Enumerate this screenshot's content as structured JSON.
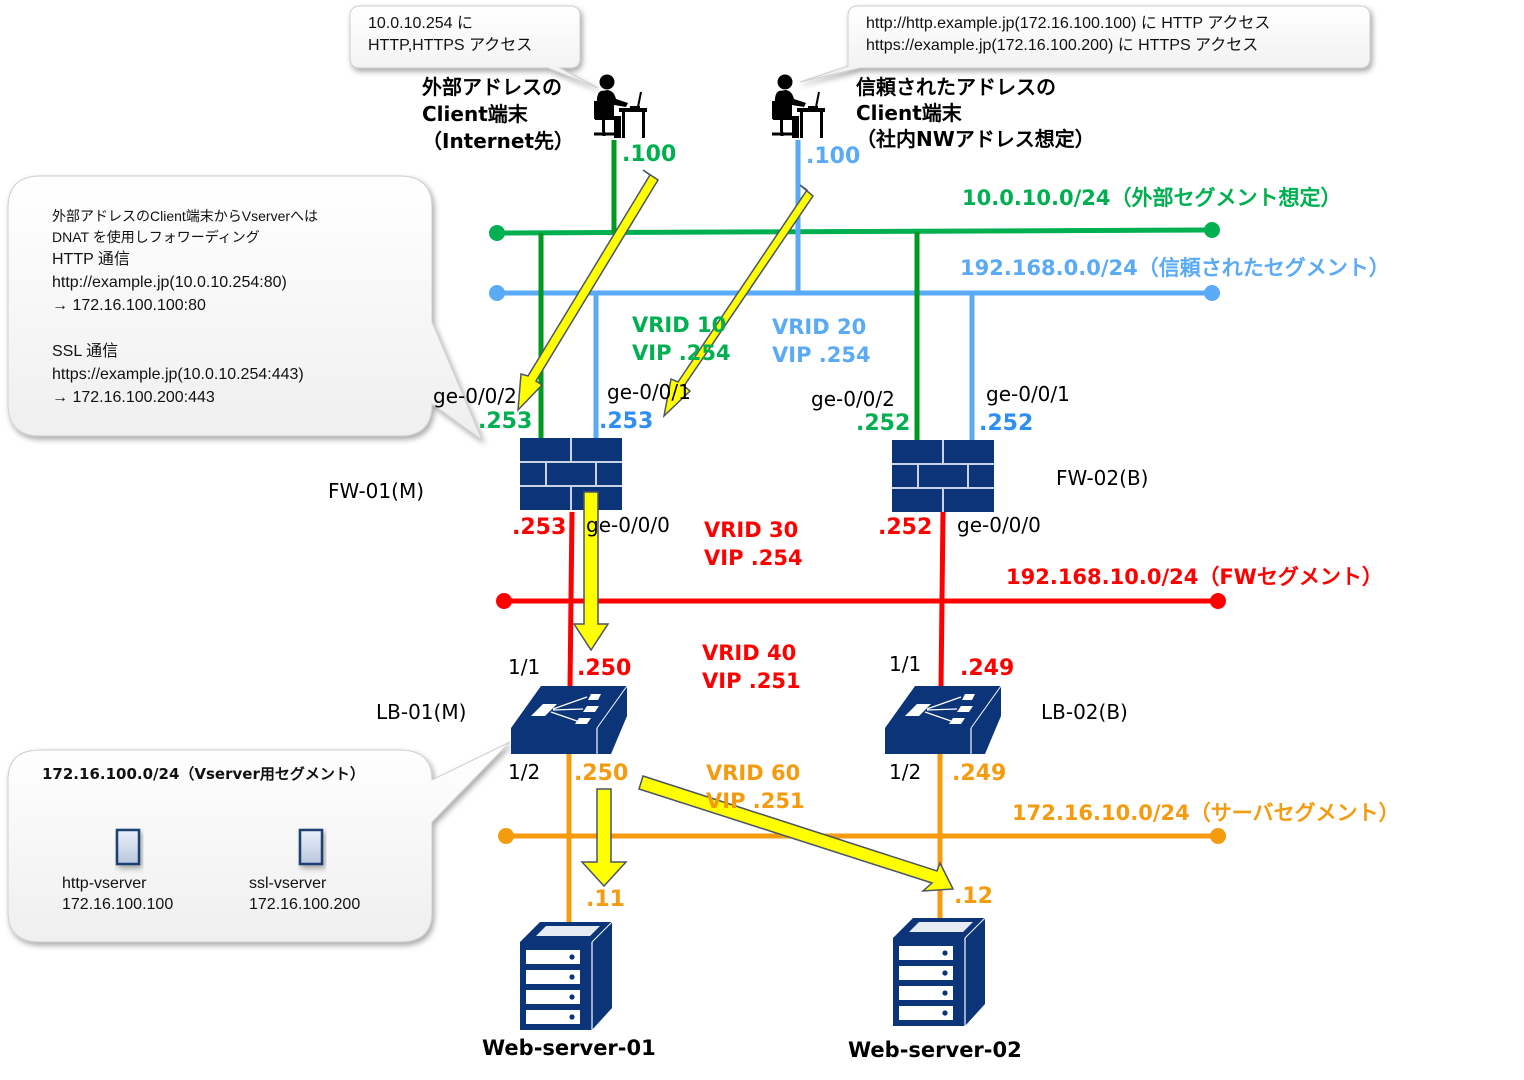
{
  "colors": {
    "external": "#00b050",
    "trusted": "#5aaaf5",
    "fw_segment": "#ff0000",
    "server_segment": "#f59b10",
    "device": "#0b3479",
    "flow_arrow": "#ffff00"
  },
  "callouts": {
    "external_client": {
      "lines": [
        "10.0.10.254 に",
        "HTTP,HTTPS アクセス"
      ]
    },
    "trusted_client": {
      "lines": [
        "http://http.example.jp(172.16.100.100) に HTTP アクセス",
        "https://example.jp(172.16.100.200) に HTTPS アクセス"
      ]
    },
    "dnat": {
      "lines": [
        "外部アドレスのClient端末からVserverへは",
        "DNAT を使用しフォワーディング",
        "HTTP 通信",
        "http://example.jp(10.0.10.254:80)",
        "→ 172.16.100.100:80",
        "",
        "SSL 通信",
        "https://example.jp(10.0.10.254:443)",
        "→ 172.16.100.200:443"
      ]
    },
    "vserver": {
      "title": "172.16.100.0/24（Vserver用セグメント）",
      "items": [
        {
          "name": "http-vserver",
          "ip": "172.16.100.100",
          "icon": "vserver-icon"
        },
        {
          "name": "ssl-vserver",
          "ip": "172.16.100.200",
          "icon": "vserver-icon"
        }
      ]
    }
  },
  "clients": {
    "external": {
      "label_lines": [
        "外部アドレスの",
        "Client端末",
        "（Internet先）"
      ],
      "ip": ".100",
      "icon": "user-at-desk-icon"
    },
    "trusted": {
      "label_lines": [
        "信頼されたアドレスの",
        "Client端末",
        "（社内NWアドレス想定）"
      ],
      "ip": ".100",
      "icon": "user-at-desk-icon"
    }
  },
  "segments": {
    "external": "10.0.10.0/24（外部セグメント想定）",
    "trusted": "192.168.0.0/24（信頼されたセグメント）",
    "fw": "192.168.10.0/24（FWセグメント）",
    "server": "172.16.10.0/24（サーバセグメント）"
  },
  "vrrp": {
    "vrid10": {
      "vrid": "VRID 10",
      "vip": "VIP .254"
    },
    "vrid20": {
      "vrid": "VRID 20",
      "vip": "VIP .254"
    },
    "vrid30": {
      "vrid": "VRID 30",
      "vip": "VIP .254"
    },
    "vrid40": {
      "vrid": "VRID 40",
      "vip": "VIP .251"
    },
    "vrid60": {
      "vrid": "VRID 60",
      "vip": "VIP .251"
    }
  },
  "devices": {
    "fw01": {
      "name": "FW-01(M)",
      "icon": "firewall-icon",
      "ports": {
        "ext_port": "ge-0/0/2",
        "ext_ip": ".253",
        "trust_port": "ge-0/0/1",
        "trust_ip": ".253",
        "inside_port": "ge-0/0/0",
        "inside_ip": ".253"
      }
    },
    "fw02": {
      "name": "FW-02(B)",
      "icon": "firewall-icon",
      "ports": {
        "ext_port": "ge-0/0/2",
        "ext_ip": ".252",
        "trust_port": "ge-0/0/1",
        "trust_ip": ".252",
        "inside_port": "ge-0/0/0",
        "inside_ip": ".252"
      }
    },
    "lb01": {
      "name": "LB-01(M)",
      "icon": "load-balancer-icon",
      "ports": {
        "up_port": "1/1",
        "up_ip": ".250",
        "down_port": "1/2",
        "down_ip": ".250"
      }
    },
    "lb02": {
      "name": "LB-02(B)",
      "icon": "load-balancer-icon",
      "ports": {
        "up_port": "1/1",
        "up_ip": ".249",
        "down_port": "1/2",
        "down_ip": ".249"
      }
    },
    "web01": {
      "name": "Web-server-01",
      "ip": ".11",
      "icon": "server-icon"
    },
    "web02": {
      "name": "Web-server-02",
      "ip": ".12",
      "icon": "server-icon"
    }
  }
}
